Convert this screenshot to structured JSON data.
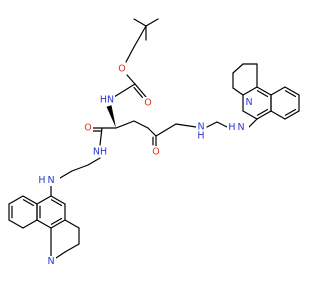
{
  "colors": {
    "bond": "#000000",
    "nitrogen": "#2b36d9",
    "oxygen": "#e0301e",
    "background": "#ffffff"
  },
  "atoms": {
    "o_ester": "O",
    "o_boc_carbonyl": "O",
    "nh_boc": "HN",
    "o_amide_left": "O",
    "nh_amide_left": "NH",
    "o_amide_right": "O",
    "nh_amide_right": "N",
    "nh_right_acridine": "N",
    "n_right_ring": "N",
    "nh_left_acridine": "N",
    "n_left_ring": "N"
  },
  "hydrogens": {
    "h_amide_right": "H",
    "h_right_acridine": "H",
    "h_left_acridine": "H"
  }
}
